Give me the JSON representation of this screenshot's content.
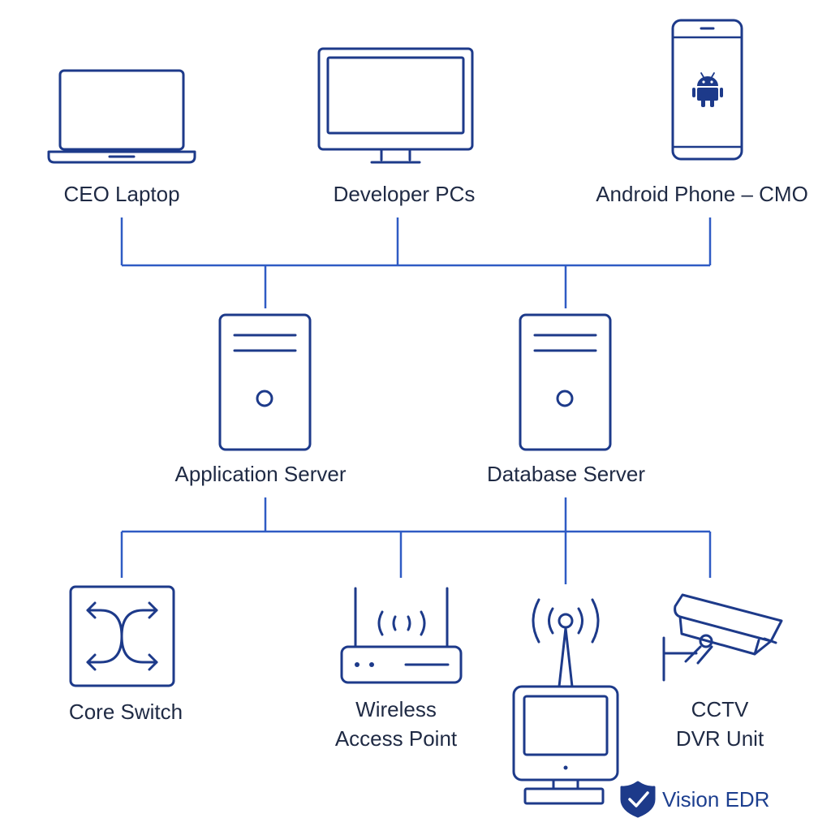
{
  "colors": {
    "stroke": "#1d3a8a",
    "link": "#2f5bc4",
    "text": "#1f2a44",
    "accent": "#1d3f8f"
  },
  "nodes": {
    "ceo_laptop": "CEO Laptop",
    "developer_pcs": "Developer PCs",
    "android_phone": "Android Phone – CMO",
    "application_server": "Application Server",
    "database_server": "Database Server",
    "core_switch": "Core Switch",
    "wap_line1": "Wireless",
    "wap_line2": "Access Point",
    "cctv_line1": "CCTV",
    "cctv_line2": "DVR Unit"
  },
  "icons": {
    "ceo_laptop": "laptop-icon",
    "developer_pcs": "desktop-monitor-icon",
    "android_phone": "smartphone-icon",
    "android_logo": "android-icon",
    "application_server": "server-tower-icon",
    "database_server": "server-tower-icon",
    "core_switch": "network-switch-icon",
    "wireless_ap": "wireless-router-icon",
    "monitoring_station": "antenna-workstation-icon",
    "cctv": "cctv-camera-icon",
    "brand": "shield-check-icon"
  },
  "brand": {
    "name": "Vision EDR"
  }
}
